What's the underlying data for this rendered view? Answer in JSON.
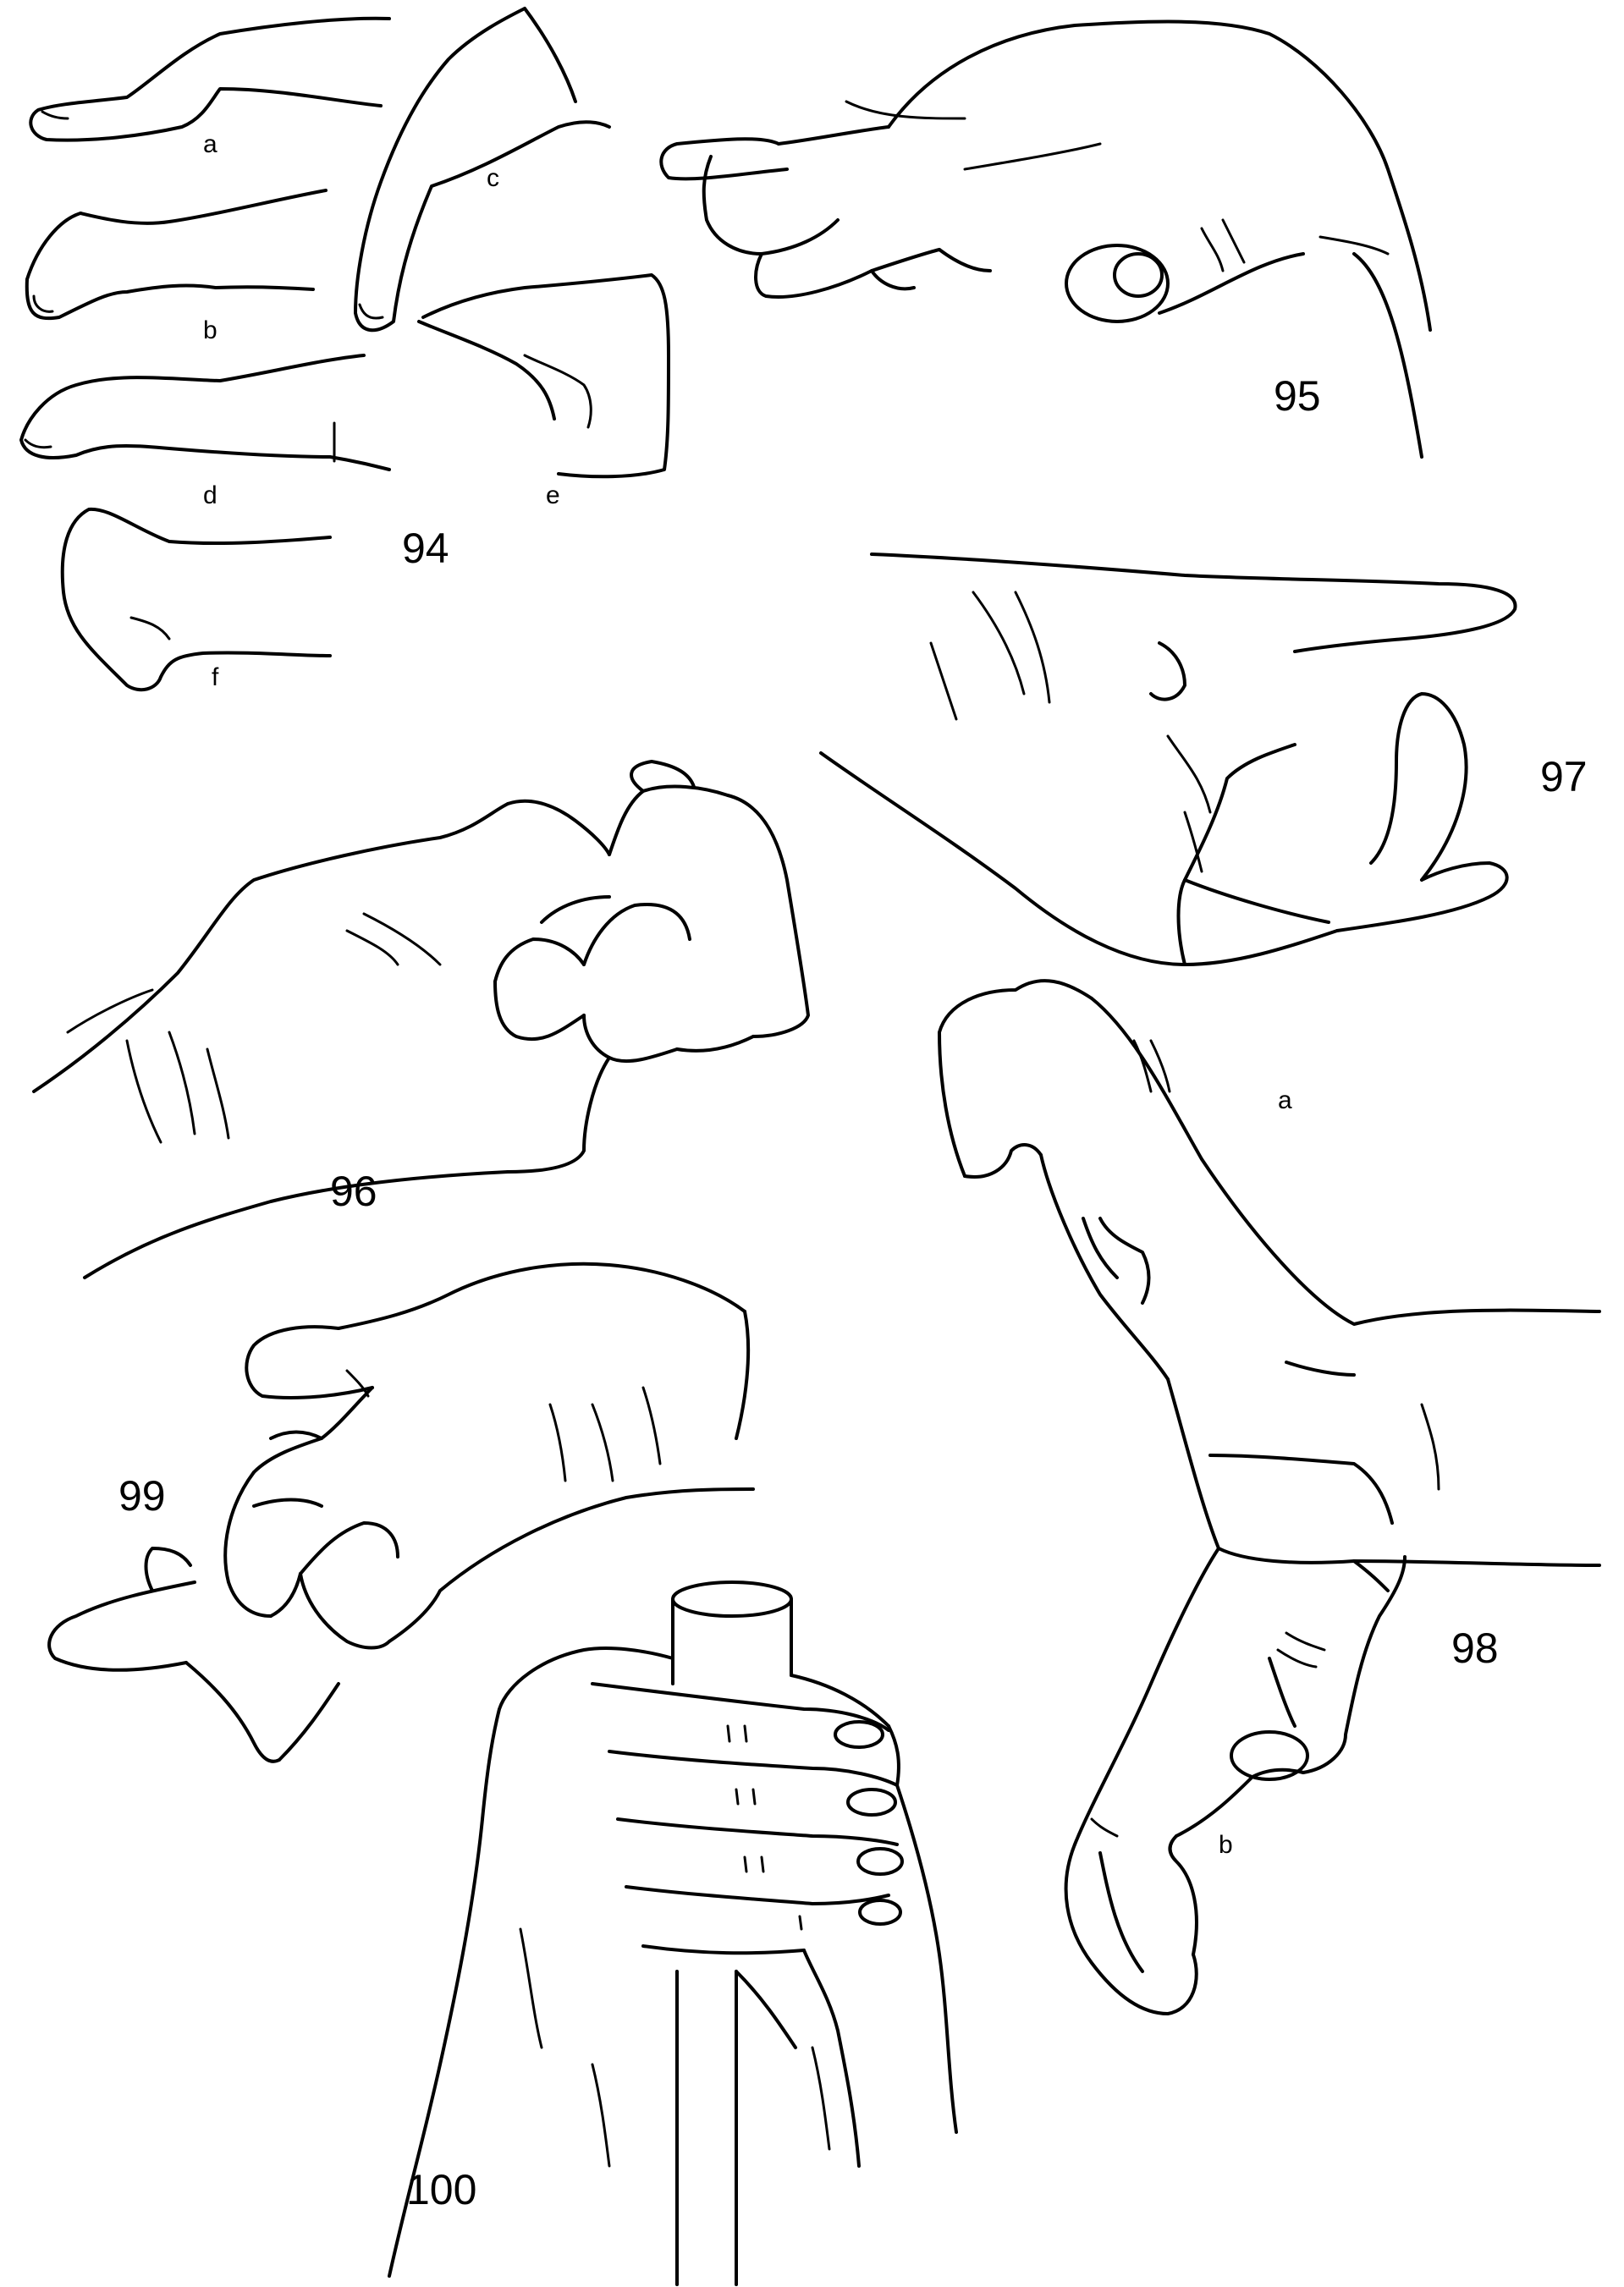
{
  "figures": [
    {
      "id": "94",
      "label": "94",
      "sub_labels": [
        "a",
        "b",
        "c",
        "d",
        "e",
        "f"
      ]
    },
    {
      "id": "95",
      "label": "95"
    },
    {
      "id": "96",
      "label": "96"
    },
    {
      "id": "97",
      "label": "97"
    },
    {
      "id": "98",
      "label": "98",
      "sub_labels": [
        "a",
        "b"
      ]
    },
    {
      "id": "99",
      "label": "99"
    },
    {
      "id": "100",
      "label": "100"
    }
  ],
  "colors": {
    "ink": "#000000",
    "paper": "#ffffff"
  }
}
